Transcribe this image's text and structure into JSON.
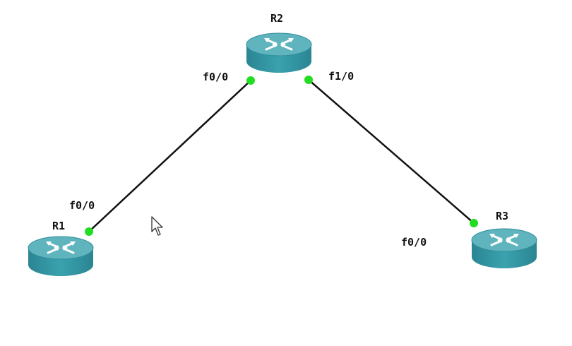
{
  "topology": {
    "colors": {
      "link": "#111111",
      "port_dot": "#22dd22",
      "router_top": "#5fb4be",
      "router_side": "#2b8593",
      "router_arrows": "#ffffff"
    },
    "routers": [
      {
        "id": "r1",
        "name": "R1",
        "icon": "router-icon"
      },
      {
        "id": "r2",
        "name": "R2",
        "icon": "router-icon"
      },
      {
        "id": "r3",
        "name": "R3",
        "icon": "router-icon"
      }
    ],
    "links": [
      {
        "from": "R2",
        "from_port": "f0/0",
        "to": "R1",
        "to_port": "f0/0"
      },
      {
        "from": "R2",
        "from_port": "f1/0",
        "to": "R3",
        "to_port": "f0/0"
      }
    ]
  }
}
